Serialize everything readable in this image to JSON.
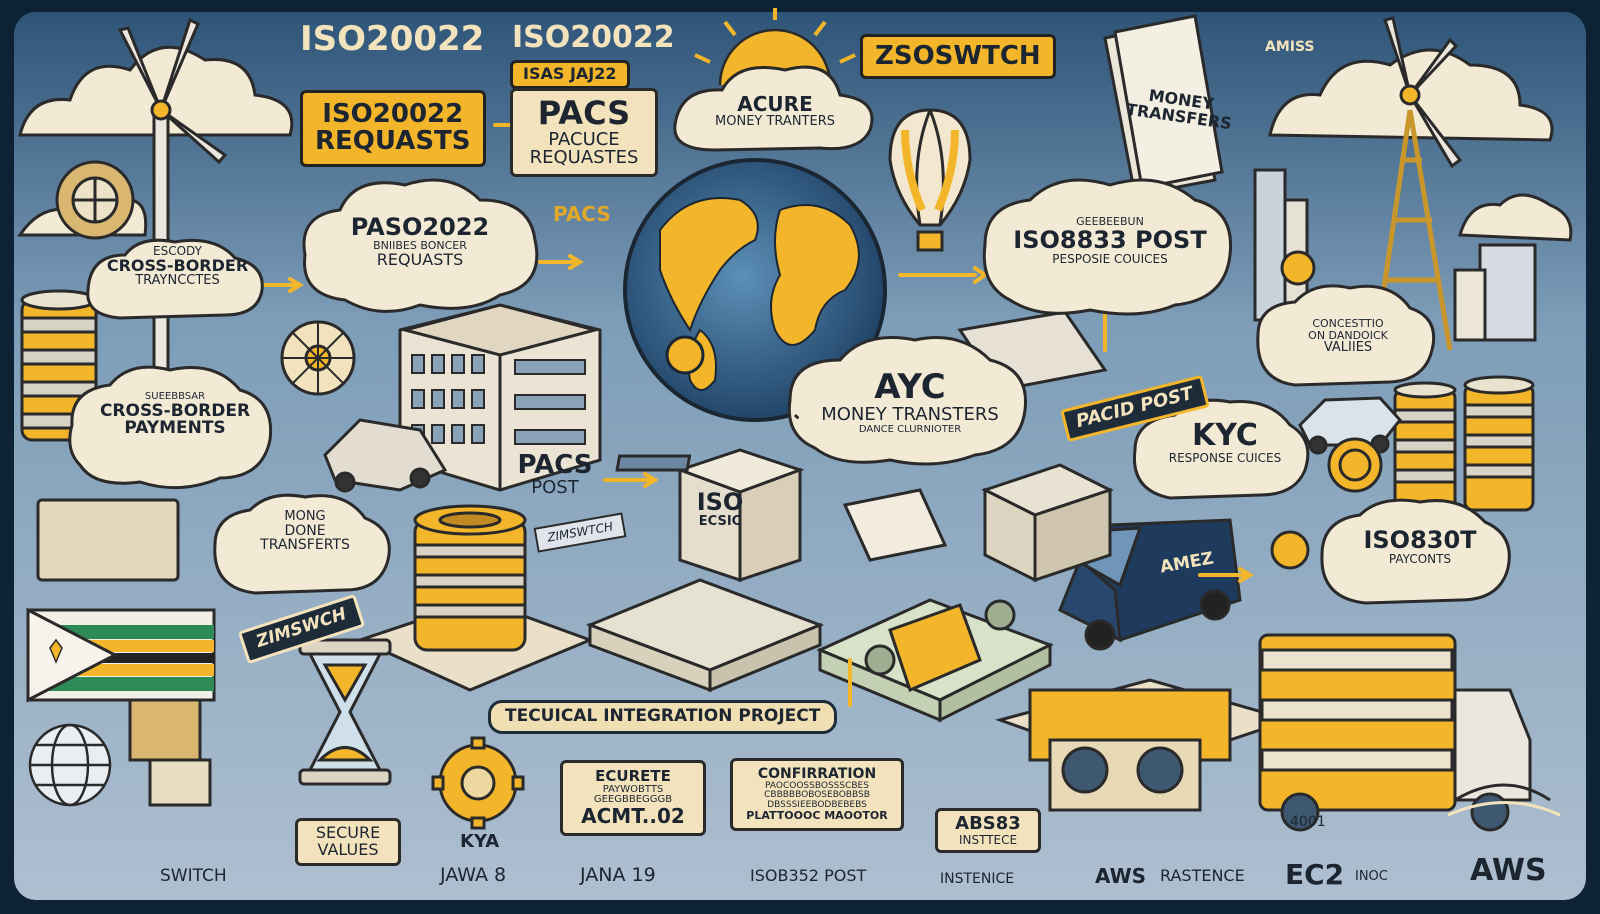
{
  "colors": {
    "frame": "#0e2236",
    "sky_top": "#355a7e",
    "sky_mid": "#7f9fb9",
    "ground": "#a8bdd0",
    "accent": "#f3b62a",
    "cream": "#f3e3bd",
    "ink": "#1c2530"
  },
  "labels": {
    "iso_header_1": "ISO20022",
    "iso_header_2": "ISO20022",
    "zsoswitch": "ZSOSWTCH",
    "iso_requests": [
      "ISO20022",
      "REQUASTS"
    ],
    "isas_tag": "ISAS JAJ22",
    "pacs_box": [
      "PACS",
      "PACUCE",
      "REQUASTES"
    ],
    "acure": [
      "ACURE",
      "MONEY TRANTERS"
    ],
    "money_transfers_doc": [
      "MONEY",
      "TRANSFERS"
    ],
    "amiss": "AMISS",
    "escody": [
      "ESCODY",
      "CROSS-BORDER",
      "TRAYNCCTES"
    ],
    "paso_cloud": [
      "PASO2022",
      "BNIIBES BONCER",
      "REQUASTS"
    ],
    "pacs_small": "PACS",
    "iso8383_cloud": [
      "GEEBEEBUN",
      "ISO8833 POST",
      "PESPOSIE COUICES"
    ],
    "cross_border": [
      "SUEEBBSAR",
      "CROSS-BORDER",
      "PAYMENTS"
    ],
    "ayc_cloud": [
      "AYC",
      "MONEY TRANSTERS",
      "DANCE CLURNIOTER"
    ],
    "concessio": [
      "CONCESTTIO",
      "ON DANDOICK",
      "VALIIES"
    ],
    "paced_post": "PACID POST",
    "kyc_cloud": [
      "KYC",
      "RESPONSE CUICES"
    ],
    "pacs_post": [
      "PACS",
      "POST"
    ],
    "iso_box": [
      "ISO",
      "ECSIC"
    ],
    "zimswtch_sign": "ZIMSWTCH",
    "money_done": [
      "MONG",
      "DONE",
      "TRANSFERTS"
    ],
    "zimswch": "ZIMSWCH",
    "iso830t": [
      "ISO830T",
      "PAYCONTS"
    ],
    "amez_van": "AMEZ",
    "project": "TECUICAL INTEGRATION PROJECT",
    "ecurete": [
      "ECURETE",
      "PAYWOBTTS",
      "GEEGBBEGGGB",
      "ACMT..02"
    ],
    "confirmation": [
      "CONFIRRATION",
      "PAOCOOSSBOSSSCBES",
      "CBBBBBOBOSEBOBBSB",
      "DBSSSIEEBODBEBEBS",
      "PLATTOOOC MAOOTOR"
    ],
    "secure": [
      "SECURE",
      "VALUES"
    ],
    "kya": "KYA",
    "abs83": [
      "ABS83",
      "INSTTECE"
    ],
    "bottom_switch": "SWITCH",
    "bottom_jawa8": "JAWA 8",
    "bottom_jana19": "JANA 19",
    "bottom_iso8352": "ISOB352 POST",
    "bottom_instence": "INSTENICE",
    "bottom_aws": "AWS",
    "bottom_rastence": "RASTENCE",
    "bottom_ec2": "EC2",
    "bottom_ec2_tail": "INOC",
    "bottom_aws_right": "AWS",
    "dock_number": "4001"
  }
}
